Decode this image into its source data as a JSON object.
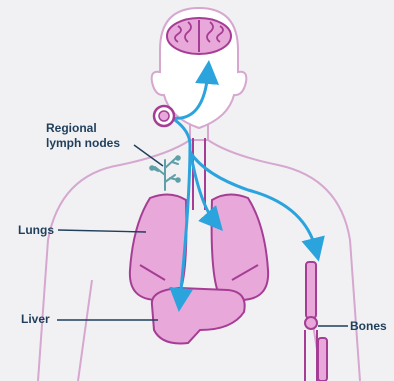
{
  "labels": {
    "regional_line1": "Regional",
    "regional_line2": "lymph nodes",
    "lungs": "Lungs",
    "liver": "Liver",
    "bones": "Bones"
  },
  "colors": {
    "background": "#f1f1f3",
    "body_outline": "#d6a7cf",
    "organ_fill": "#e8a8d9",
    "organ_stroke": "#a63d95",
    "spread_arrow": "#2ba4de",
    "lymph_node": "#5f9fa8",
    "label_text": "#1f3f5c"
  },
  "icons": {
    "brain": "brain-icon",
    "tumor": "primary-tumor-icon",
    "arrows": "spread-arrow-icon"
  }
}
